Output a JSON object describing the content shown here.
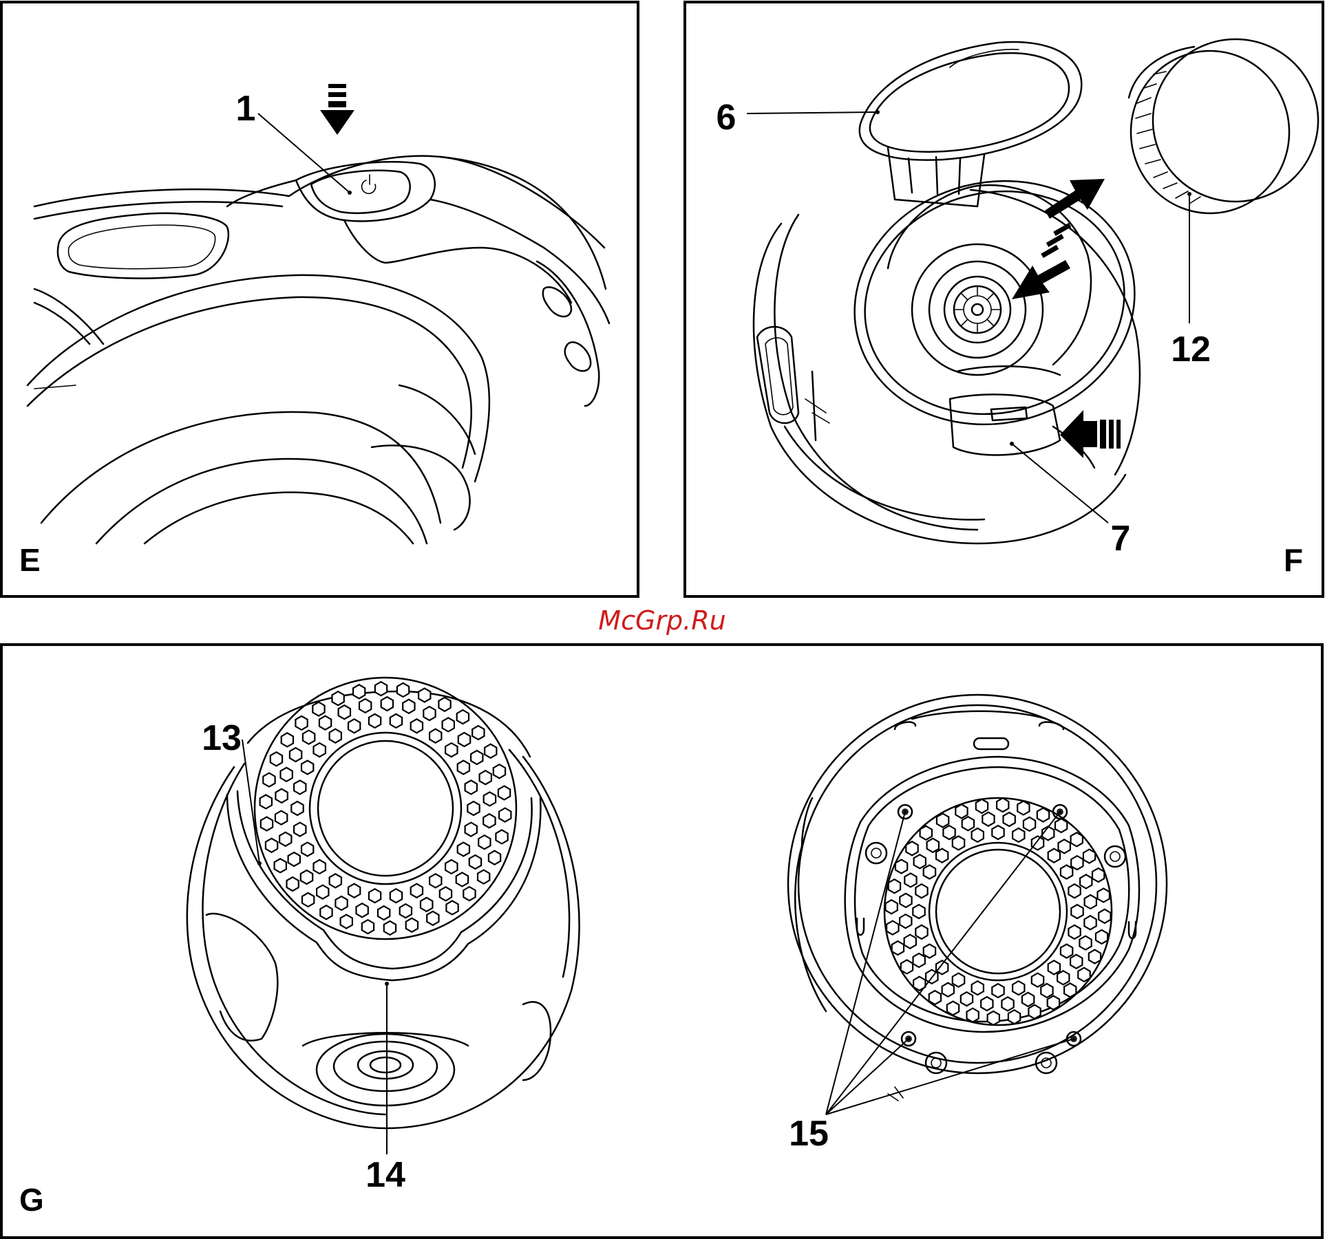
{
  "watermark": "McGrp.Ru",
  "panels": {
    "E": {
      "letter": "E",
      "callouts": {
        "c1": "1"
      },
      "icons": [
        "power-symbol-icon",
        "press-down-arrow-icon"
      ]
    },
    "F": {
      "letter": "F",
      "callouts": {
        "c6": "6",
        "c7": "7",
        "c12": "12"
      },
      "icons": [
        "remove-insert-arrow-icon",
        "press-left-arrow-icon"
      ]
    },
    "G": {
      "letter": "G",
      "callouts": {
        "c13": "13",
        "c14": "14",
        "c15": "15"
      }
    }
  }
}
